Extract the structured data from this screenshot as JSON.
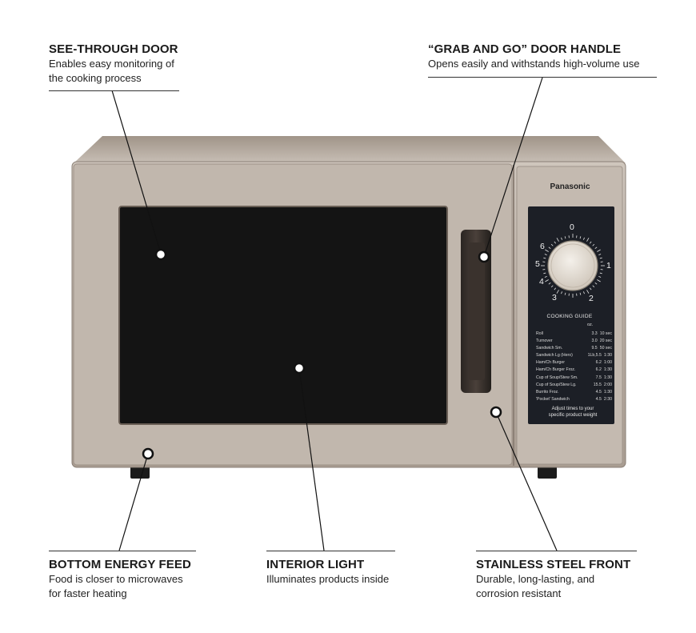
{
  "callouts": {
    "see_through_door": {
      "title": "SEE-THROUGH DOOR",
      "desc_line1": "Enables easy monitoring of",
      "desc_line2": "the cooking process"
    },
    "door_handle": {
      "title": "“GRAB AND GO” DOOR HANDLE",
      "desc_line1": "Opens easily and withstands high-volume use"
    },
    "bottom_energy_feed": {
      "title": "BOTTOM ENERGY FEED",
      "desc_line1": "Food is closer to microwaves",
      "desc_line2": "for faster heating"
    },
    "interior_light": {
      "title": "INTERIOR LIGHT",
      "desc_line1": "Illuminates products inside"
    },
    "stainless_steel_front": {
      "title": "STAINLESS STEEL FRONT",
      "desc_line1": "Durable, long-lasting, and",
      "desc_line2": "corrosion resistant"
    }
  },
  "product": {
    "brand": "Panasonic",
    "dial_numbers": [
      "0",
      "1",
      "2",
      "3",
      "4",
      "5",
      "6"
    ],
    "cooking_guide": {
      "title": "COOKING GUIDE",
      "unit": "oz.",
      "items": [
        {
          "name": "Roll",
          "amount": "3.3",
          "time": "10 sec"
        },
        {
          "name": "Turnover",
          "amount": "3.0",
          "time": "20 sec"
        },
        {
          "name": "Sandwich Sm.",
          "amount": "9.5",
          "time": "50 sec"
        },
        {
          "name": "Sandwich Lg (Hero)",
          "amount": "1Lb,5.5",
          "time": "1:30"
        },
        {
          "name": "Ham/Ch Burger",
          "amount": "6.2",
          "time": "1:00"
        },
        {
          "name": "Ham/Ch Burger Froz.",
          "amount": "6.2",
          "time": "1:30"
        },
        {
          "name": "Cup of Soup/Stew Sm.",
          "amount": "7.5",
          "time": "1:30"
        },
        {
          "name": "Cup of Soup/Stew Lg.",
          "amount": "15.5",
          "time": "2:00"
        },
        {
          "name": "Burrito Froz.",
          "amount": "4.5",
          "time": "1:30"
        },
        {
          "name": "'Pocket' Sandwich",
          "amount": "4.5",
          "time": "2:30"
        }
      ],
      "note_line1": "Adjust times to your",
      "note_line2": "specific product weight"
    }
  },
  "colors": {
    "steel": "#b9aea4",
    "glass": "#141414",
    "panel": "#1c1f26",
    "text": "#1a1a1a"
  }
}
